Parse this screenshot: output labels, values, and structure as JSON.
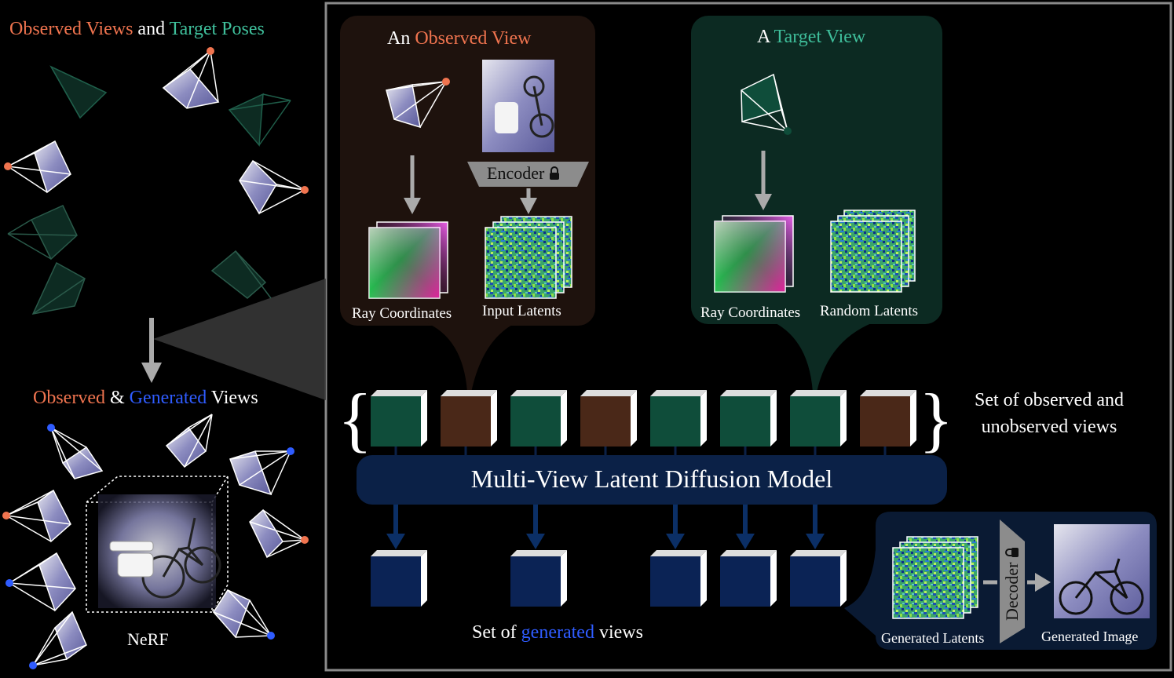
{
  "colors": {
    "observed": "#f0744f",
    "target": "#3fbf9b",
    "generated": "#2f5cff",
    "observed_panel": "#1e120d",
    "target_panel": "#0c2a22",
    "observed_latent": "#4a2818",
    "target_latent": "#0f4d3a",
    "generated_latent": "#0b2355",
    "model_bar": "#0b2147"
  },
  "left_top": {
    "title_part1": "Observed Views",
    "title_part2": "and",
    "title_part3": "Target Poses"
  },
  "left_bottom": {
    "title_part1": "Observed",
    "title_part2": "&",
    "title_part3": "Generated",
    "title_part4": "Views",
    "nerf_label": "NeRF"
  },
  "observed_panel": {
    "title_prefix": "An",
    "title_highlight": "Observed View",
    "encoder_label": "Encoder",
    "ray_label": "Ray Coordinates",
    "latent_label": "Input Latents"
  },
  "target_panel": {
    "title_prefix": "A",
    "title_highlight": "Target View",
    "ray_label": "Ray Coordinates",
    "latent_label": "Random Latents"
  },
  "set_label": {
    "line1": "Set of observed and",
    "line2": "unobserved views"
  },
  "model": {
    "label": "Multi-View Latent Diffusion Model"
  },
  "latent_sequence": [
    "target",
    "observed",
    "target",
    "observed",
    "target",
    "target",
    "target",
    "observed"
  ],
  "generated_sequence": [
    true,
    false,
    true,
    false,
    true,
    true,
    true,
    false
  ],
  "generated_set": {
    "prefix": "Set of",
    "highlight": "generated",
    "suffix": "views"
  },
  "decoder_panel": {
    "latents_label": "Generated Latents",
    "decoder_label": "Decoder",
    "image_label": "Generated Image"
  },
  "icons": {
    "lock": "lock-icon",
    "arrow": "arrow-down-icon"
  }
}
